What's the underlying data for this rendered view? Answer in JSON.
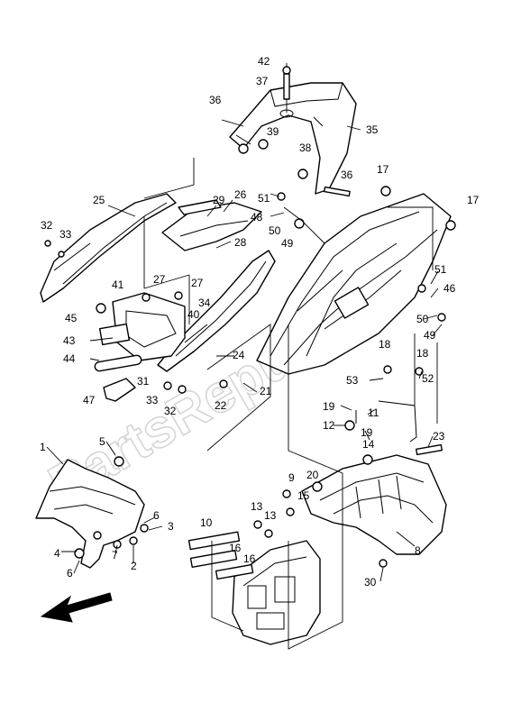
{
  "diagram": {
    "watermark": "PartsRepublik",
    "callouts": [
      "1",
      "2",
      "3",
      "4",
      "5",
      "6",
      "6",
      "7",
      "8",
      "9",
      "10",
      "11",
      "12",
      "13",
      "13",
      "14",
      "15",
      "16",
      "16",
      "17",
      "17",
      "18",
      "18",
      "19",
      "19",
      "20",
      "21",
      "22",
      "23",
      "24",
      "25",
      "26",
      "27",
      "27",
      "28",
      "29",
      "30",
      "31",
      "32",
      "32",
      "33",
      "33",
      "34",
      "35",
      "36",
      "36",
      "37",
      "38",
      "39",
      "40",
      "41",
      "42",
      "43",
      "44",
      "45",
      "46",
      "47",
      "48",
      "49",
      "49",
      "50",
      "50",
      "51",
      "51",
      "52",
      "53"
    ]
  }
}
